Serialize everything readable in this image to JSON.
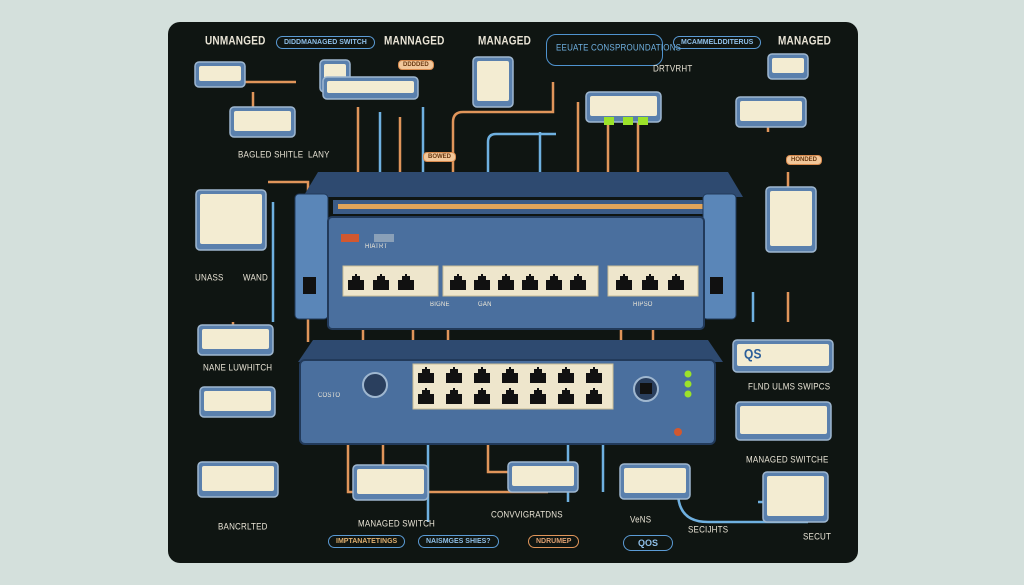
{
  "colors": {
    "background": "#d4e0dc",
    "panel": "#0f1512",
    "switch_blue": "#4a6f9e",
    "cable_orange": "#e0955a",
    "cable_blue": "#6fb0e0",
    "led_green": "#9be22a",
    "screen": "#f3ecd2"
  },
  "labels": {
    "top_unmanaged": "UNMANGED",
    "top_badge_1": "DIDDMANAGED SWITCH",
    "top_mannaged": "MANNAGED",
    "top_managed_1": "MANAGED",
    "top_config_box": "EEUATE CONSPROUNDATIONS",
    "top_badge_2": "MCAMMELDDITERUS",
    "top_managed_2": "MANAGED",
    "drtvrht": "DRTVRHT",
    "tag_small": "DDDDED",
    "bagled": "BAGLED SHITLE",
    "lany": "LANY",
    "tag_bowed": "BOWED",
    "tag_honded": "HONDED",
    "unass": "UNASS",
    "wand": "WAND",
    "nane": "NANE LUWHITCH",
    "flnd": "FLND ULMS SWIPCS",
    "managed_switche": "MANAGED SWITCHE",
    "convigrations": "CONVVIGRATDNS",
    "managed_switch": "MANAGED SWITCH",
    "bancrlted": "BANCRLTED",
    "vlans": "VeNS",
    "secihts": "SECIJHTS",
    "secut": "SECUT",
    "port_label_1": "HIATRT",
    "port_label_2": "BIGNE",
    "port_label_3": "GAN",
    "port_label_4": "HIPSO",
    "qos_screen": "QS",
    "lower_ctrl": "COSTO"
  },
  "bottom_badges": [
    "IMPTANATETINGS",
    "NAISMGES SHIES?",
    "NDRUMEP",
    "QOS"
  ]
}
